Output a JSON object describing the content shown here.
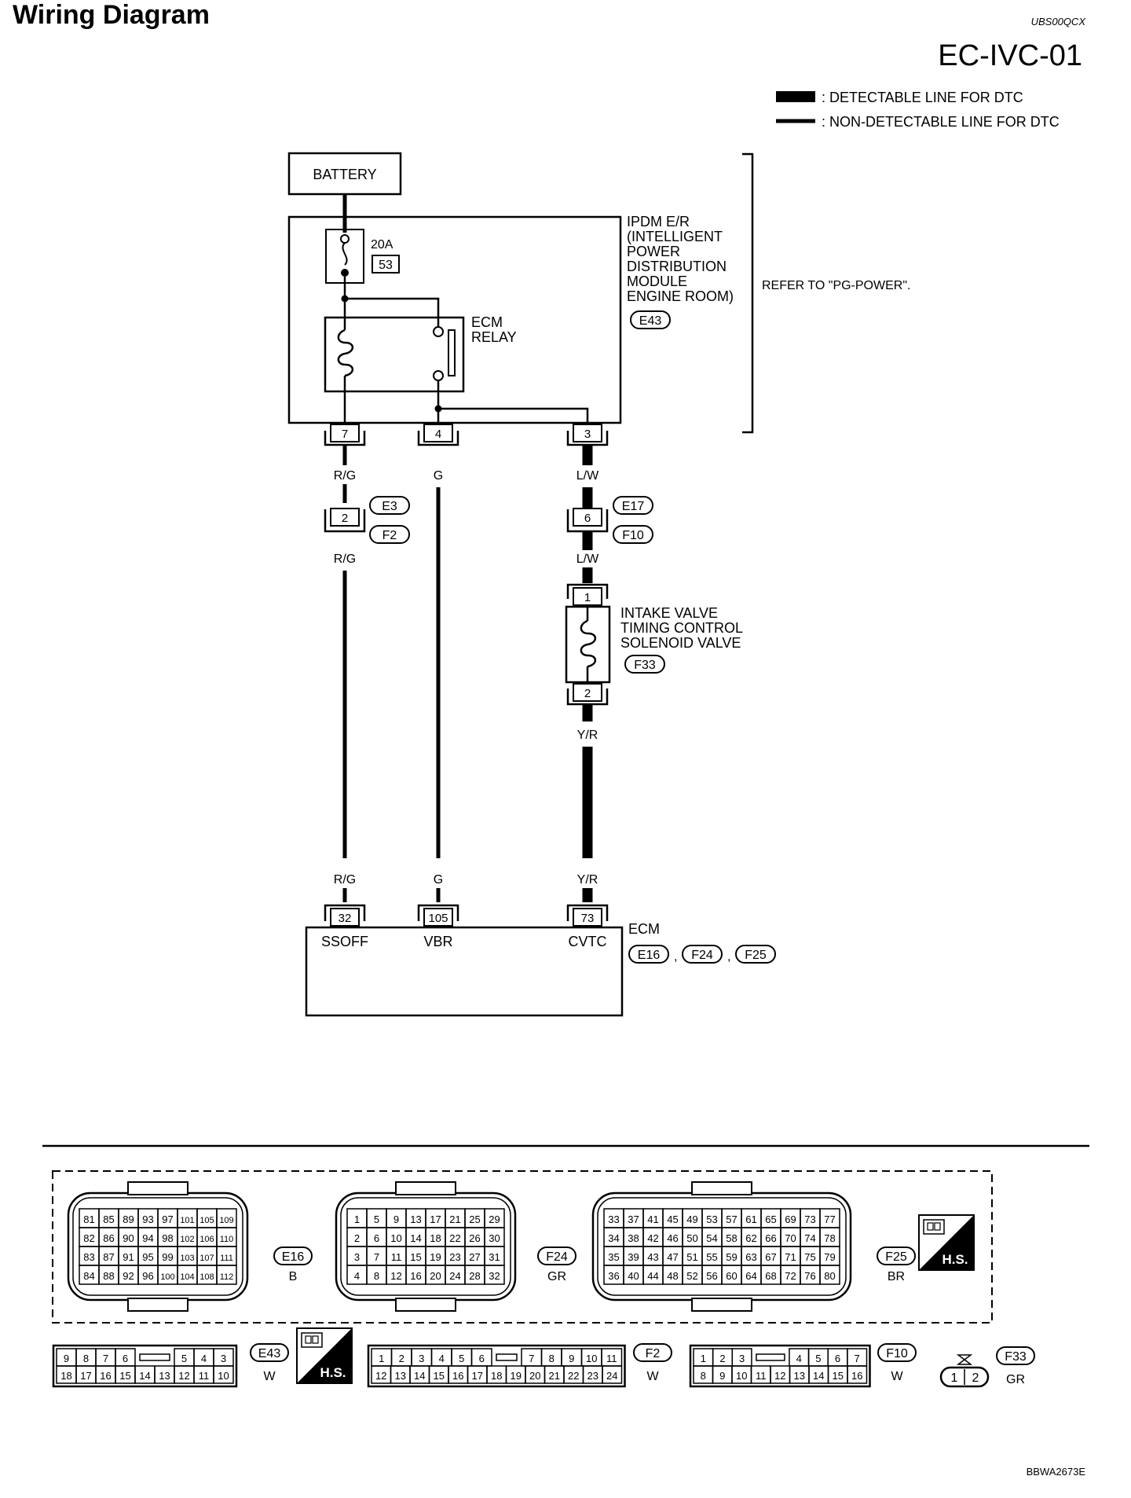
{
  "header": {
    "title": "Wiring Diagram",
    "doc_code": "UBS00QCX",
    "diagram_id": "EC-IVC-01"
  },
  "legend": {
    "detectable": ": DETECTABLE LINE FOR DTC",
    "non_detectable": ": NON-DETECTABLE LINE FOR DTC"
  },
  "battery": {
    "label": "BATTERY"
  },
  "ipdm": {
    "fuse_rating": "20A",
    "fuse_number": "53",
    "name_lines": [
      "IPDM E/R",
      "(INTELLIGENT",
      "POWER",
      "DISTRIBUTION",
      "MODULE",
      "ENGINE ROOM)"
    ],
    "connector": "E43",
    "relay_lines": [
      "ECM",
      "RELAY"
    ],
    "reference": "REFER TO \"PG-POWER\"."
  },
  "ipdm_pins": [
    "7",
    "4",
    "3"
  ],
  "wires": {
    "ssoff": "R/G",
    "vbr": "G",
    "cvtc": "L/W",
    "cvtc_lower": "Y/R"
  },
  "junction_left": {
    "pin": "2",
    "connectors": [
      "E3",
      "F2"
    ]
  },
  "junction_right": {
    "pin": "6",
    "connectors": [
      "E17",
      "F10"
    ]
  },
  "solenoid": {
    "pins": [
      "1",
      "2"
    ],
    "name_lines": [
      "INTAKE VALVE",
      "TIMING CONTROL",
      "SOLENOID VALVE"
    ],
    "connector": "F33"
  },
  "ecm": {
    "name": "ECM",
    "pins": [
      "32",
      "105",
      "73"
    ],
    "terminals": [
      "SSOFF",
      "VBR",
      "CVTC"
    ],
    "connectors": [
      "E16",
      "F24",
      "F25"
    ],
    "separator": ","
  },
  "connector_views": {
    "e16": {
      "id": "E16",
      "color": "B",
      "rows": [
        [
          "81",
          "85",
          "89",
          "93",
          "97",
          "101",
          "105",
          "109"
        ],
        [
          "82",
          "86",
          "90",
          "94",
          "98",
          "102",
          "106",
          "110"
        ],
        [
          "83",
          "87",
          "91",
          "95",
          "99",
          "103",
          "107",
          "111"
        ],
        [
          "84",
          "88",
          "92",
          "96",
          "100",
          "104",
          "108",
          "112"
        ]
      ]
    },
    "f24": {
      "id": "F24",
      "color": "GR",
      "rows": [
        [
          "1",
          "5",
          "9",
          "13",
          "17",
          "21",
          "25",
          "29"
        ],
        [
          "2",
          "6",
          "10",
          "14",
          "18",
          "22",
          "26",
          "30"
        ],
        [
          "3",
          "7",
          "11",
          "15",
          "19",
          "23",
          "27",
          "31"
        ],
        [
          "4",
          "8",
          "12",
          "16",
          "20",
          "24",
          "28",
          "32"
        ]
      ]
    },
    "f25": {
      "id": "F25",
      "color": "BR",
      "rows": [
        [
          "33",
          "37",
          "41",
          "45",
          "49",
          "53",
          "57",
          "61",
          "65",
          "69",
          "73",
          "77"
        ],
        [
          "34",
          "38",
          "42",
          "46",
          "50",
          "54",
          "58",
          "62",
          "66",
          "70",
          "74",
          "78"
        ],
        [
          "35",
          "39",
          "43",
          "47",
          "51",
          "55",
          "59",
          "63",
          "67",
          "71",
          "75",
          "79"
        ],
        [
          "36",
          "40",
          "44",
          "48",
          "52",
          "56",
          "60",
          "64",
          "68",
          "72",
          "76",
          "80"
        ]
      ]
    },
    "e43": {
      "id": "E43",
      "color": "W",
      "top": [
        "9",
        "8",
        "7",
        "6",
        "5",
        "4",
        "3"
      ],
      "bottom": [
        "18",
        "17",
        "16",
        "15",
        "14",
        "13",
        "12",
        "11",
        "10"
      ]
    },
    "f2": {
      "id": "F2",
      "color": "W",
      "top": [
        "1",
        "2",
        "3",
        "4",
        "5",
        "6",
        "7",
        "8",
        "9",
        "10",
        "11"
      ],
      "bottom": [
        "12",
        "13",
        "14",
        "15",
        "16",
        "17",
        "18",
        "19",
        "20",
        "21",
        "22",
        "23",
        "24"
      ]
    },
    "f10": {
      "id": "F10",
      "color": "W",
      "top": [
        "1",
        "2",
        "3",
        "4",
        "5",
        "6",
        "7"
      ],
      "bottom": [
        "8",
        "9",
        "10",
        "11",
        "12",
        "13",
        "14",
        "15",
        "16"
      ]
    },
    "f33": {
      "id": "F33",
      "color": "GR",
      "pins": [
        "1",
        "2"
      ]
    },
    "hs_badge": "H.S."
  },
  "footer": {
    "figure_code": "BBWA2673E"
  }
}
